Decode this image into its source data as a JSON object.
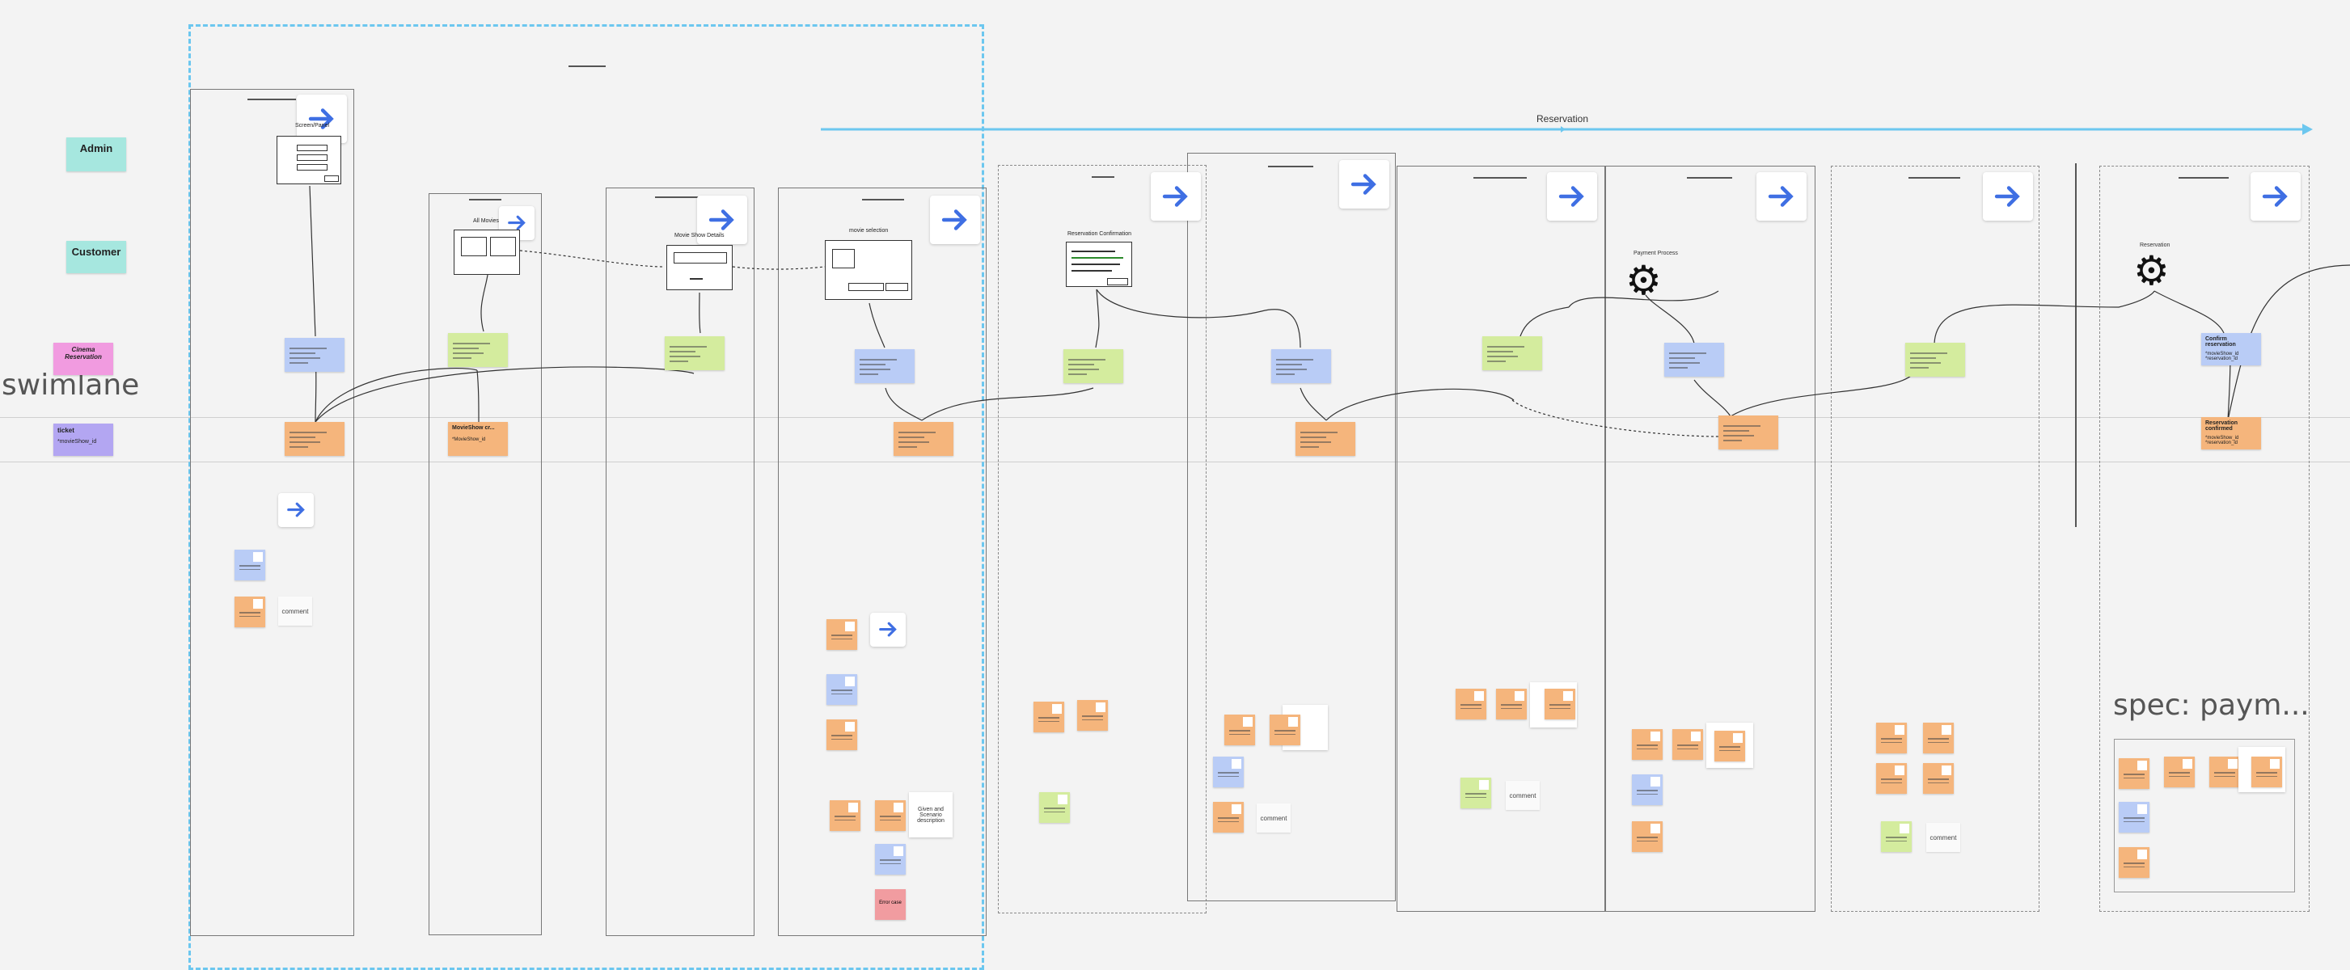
{
  "diagram": {
    "lane_title": "swimlane",
    "reservation_label": "Reservation",
    "spec_title": "spec: paym...",
    "comment_label": "comment",
    "actors": {
      "admin": "Admin",
      "customer": "Customer",
      "cinema_reservation": "Cinema Reservation"
    },
    "lane_sticky": {
      "ticket_title": "ticket",
      "ticket_body": "*movieShow_id",
      "movieshow_title": "MovieShow cr...",
      "movieshow_body": "*MovieShow_id"
    },
    "screens": {
      "s1": "Screen/Panel",
      "s2": "All Movies",
      "s3": "Movie Show Details",
      "s4": "movie selection",
      "s5": "Reservation Confirmation",
      "s6": "Payment Process",
      "s7": "Reservation"
    },
    "confirm_sticky": {
      "title": "Confirm reservation",
      "body": "*movieShow_id *reservation_id"
    },
    "confirmed_sticky": {
      "title": "Reservation confirmed",
      "body": "*movieShow_id *reservation_id"
    },
    "spec_note": "Given and Scenario description",
    "error_note": "Error case"
  },
  "colors": {
    "teal": "#a6e7df",
    "blue": "#b9ccf6",
    "green": "#d4ec9e",
    "orange": "#f5b57c",
    "pink": "#f19be0",
    "purple": "#b3a6f2",
    "arrow_blue": "#3f6fe3",
    "guide_blue": "#6cc7ef"
  }
}
